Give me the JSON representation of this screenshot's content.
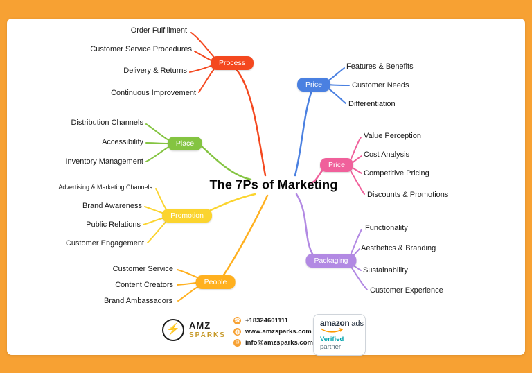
{
  "page": {
    "background_color": "#F7A133",
    "sheet_color": "#FFFFFF"
  },
  "map": {
    "center_title": "The 7Ps of Marketing",
    "branches": [
      {
        "label": "Process",
        "color": "#F4481F",
        "items": [
          "Order Fulfillment",
          "Customer Service Procedures",
          "Delivery & Returns",
          "Continuous Improvement"
        ]
      },
      {
        "label": "Price",
        "color": "#4A80E1",
        "items": [
          "Features & Benefits",
          "Customer Needs",
          "Differentiation"
        ]
      },
      {
        "label": "Place",
        "color": "#84C441",
        "items": [
          "Distribution Channels",
          "Accessibility",
          "Inventory Management"
        ]
      },
      {
        "label": "Price",
        "color": "#F0609B",
        "items": [
          "Value Perception",
          "Cost Analysis",
          "Competitive Pricing",
          "Discounts & Promotions"
        ]
      },
      {
        "label": "Promotion",
        "color": "#FBD42F",
        "items": [
          "Advertising & Marketing Channels",
          "Brand Awareness",
          "Public Relations",
          "Customer Engagement"
        ]
      },
      {
        "label": "Packaging",
        "color": "#B289E3",
        "items": [
          "Functionality",
          "Aesthetics & Branding",
          "Sustainability",
          "Customer Experience"
        ]
      },
      {
        "label": "People",
        "color": "#FFB01F",
        "items": [
          "Customer Service",
          "Content Creators",
          "Brand Ambassadors"
        ]
      }
    ]
  },
  "footer": {
    "logo": {
      "bolt": "⚡",
      "text_top": "AMZ",
      "text_bottom": "SPARKS"
    },
    "contacts": [
      {
        "name": "phone",
        "glyph": "☎",
        "value": "+18324601111"
      },
      {
        "name": "website",
        "glyph": "",
        "value": "www.amzsparks.com"
      },
      {
        "name": "email",
        "glyph": "✉",
        "value": "info@amzsparks.com"
      }
    ],
    "partner_badge": {
      "brand": "amazon",
      "suffix": "ads",
      "line1": "Verified",
      "line2": "partner",
      "verified_color": "#00A3AD",
      "partner_color": "#546E7A",
      "smile_color": "#FF9900"
    }
  }
}
